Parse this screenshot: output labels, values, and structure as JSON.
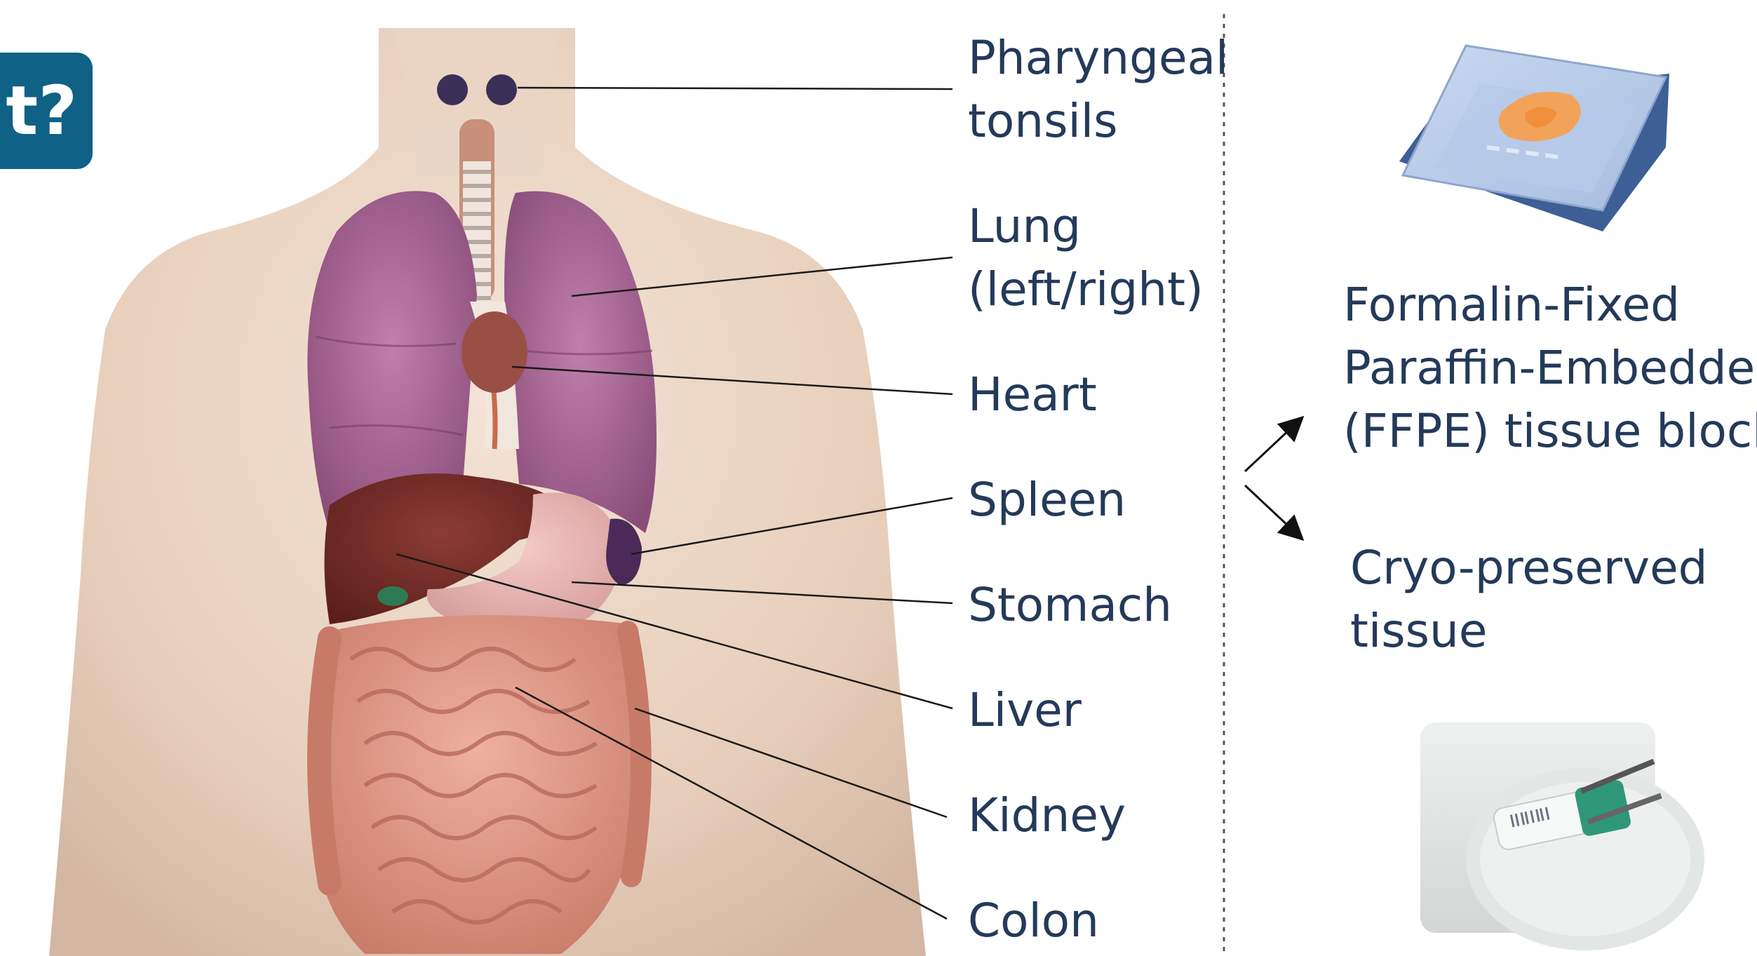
{
  "badge": {
    "text": "t?"
  },
  "organs": [
    {
      "key": "tonsils",
      "line1": "Pharyngeal",
      "line2": "tonsils"
    },
    {
      "key": "lung",
      "line1": "Lung",
      "line2": "(left/right)"
    },
    {
      "key": "heart",
      "line1": "Heart"
    },
    {
      "key": "spleen",
      "line1": "Spleen"
    },
    {
      "key": "stomach",
      "line1": "Stomach"
    },
    {
      "key": "liver",
      "line1": "Liver"
    },
    {
      "key": "kidney",
      "line1": "Kidney"
    },
    {
      "key": "colon",
      "line1": "Colon"
    }
  ],
  "outputs": {
    "ffpe": {
      "line1": "Formalin-Fixed",
      "line2": "Paraffin-Embedded",
      "line3": "(FFPE) tissue blocks"
    },
    "cryo": {
      "line1": "Cryo-preserved",
      "line2": "tissue"
    }
  },
  "colors": {
    "text": "#243a5a",
    "badge": "#0f6186",
    "marker_dark": "#3a2f56",
    "heart_marker": "#9a4f45",
    "lung": "#a0628e",
    "liver": "#6e2a26",
    "intestine": "#d98f80",
    "skin": "#e8d2c0"
  },
  "icons": {
    "anatomy": "human-anatomy-illustration",
    "ffpe": "ffpe-block-icon",
    "cryo": "cryo-vial-photo"
  }
}
